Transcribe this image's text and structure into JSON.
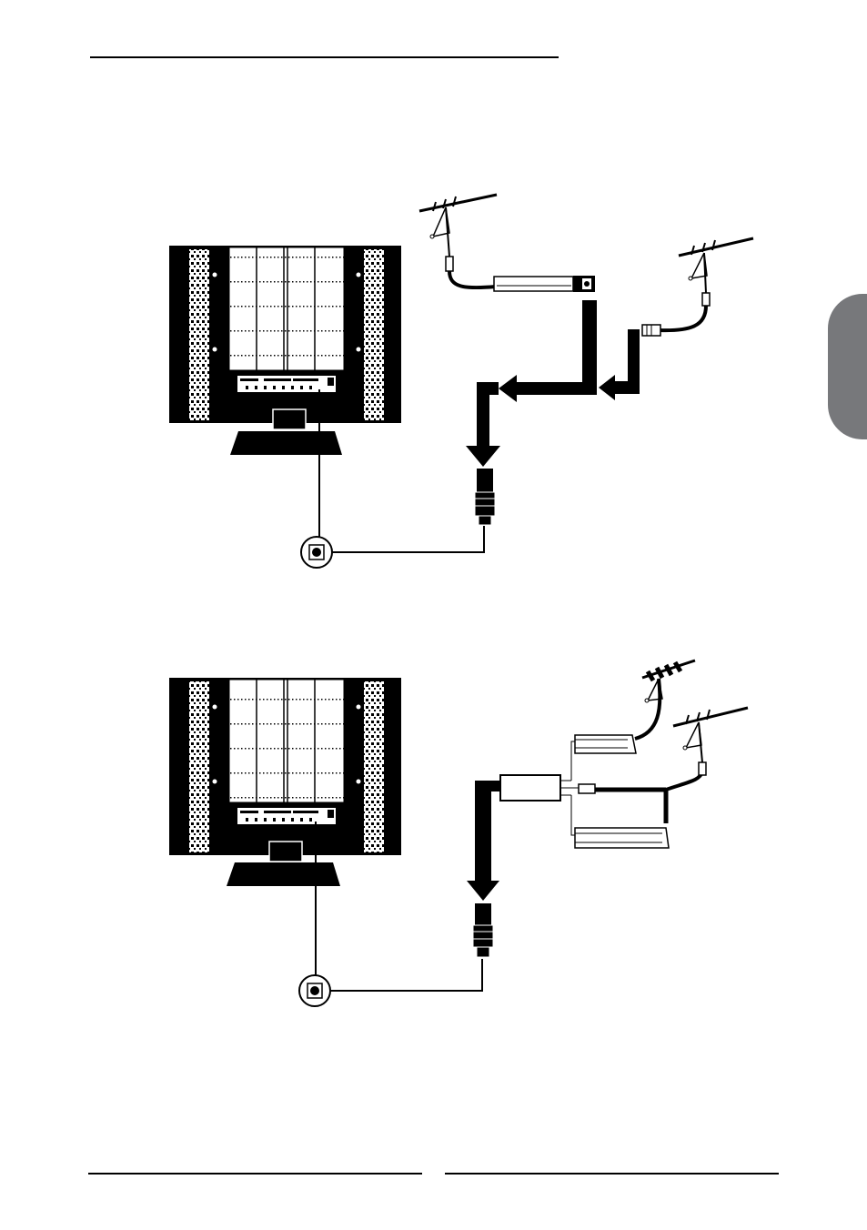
{
  "page": {
    "header_rule": true,
    "footer_rules": 2,
    "side_tab_color": "#77787b"
  },
  "diagrams": [
    {
      "id": "connection-1",
      "antennas": 2,
      "combiner": "tv-antenna-adapter",
      "tv_port": "antenna-input"
    },
    {
      "id": "connection-2",
      "antennas": 2,
      "combiner": "splitter-box",
      "tv_port": "antenna-input"
    }
  ],
  "colors": {
    "ink": "#000000",
    "paper": "#ffffff",
    "tab": "#77787b"
  }
}
